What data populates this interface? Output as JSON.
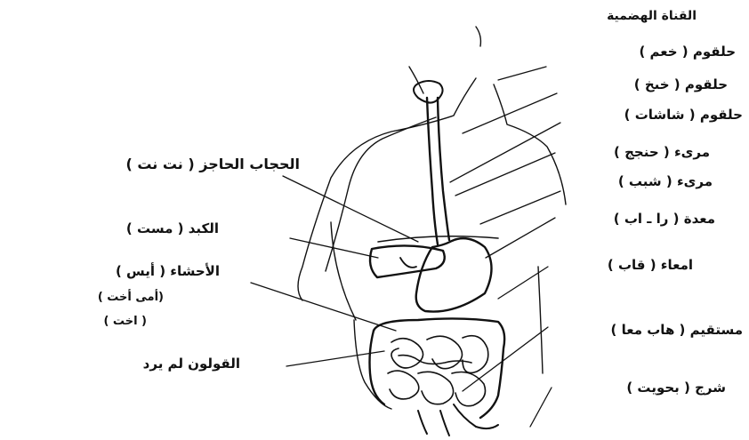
{
  "title": "القناة الهضمية",
  "right_labels": [
    "حلقوم ( خعم )",
    "حلقوم ( خىخ )",
    "حلقوم ( شاشات )",
    "مرىء ( حنجج )",
    "مرىء ( شبب )",
    "معدة ( را ـ اب )",
    "امعاء ( قاب )",
    "مستقيم ( هاب معا )",
    "شرج ( بحويت )"
  ],
  "left_labels": [
    "الحجاب الحاجز ( نت نت )",
    "الكبد ( مست )",
    "الأحشاء ( أيس )",
    "(أمى أخت )",
    "( اخت )",
    "القولون لم يرد"
  ]
}
